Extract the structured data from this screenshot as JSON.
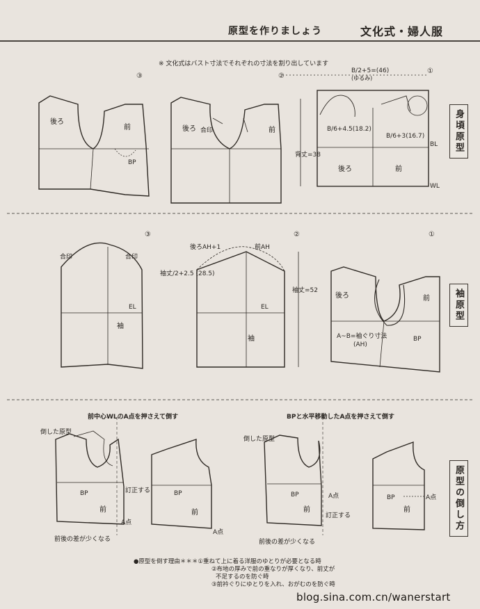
{
  "header": {
    "subtitle": "原型を作りましょう",
    "title": "文化式・婦人服"
  },
  "note": "※ 文化式はバスト寸法でそれぞれの寸法を割り出しています",
  "side_labels": [
    "身頃原型",
    "袖原型",
    "原型の倒し方"
  ],
  "section1": {
    "step_labels": [
      "③",
      "②",
      "①"
    ],
    "formula": "B/2+5=(46)",
    "formula_note": "(ゆるみ)",
    "labels": {
      "back": "後ろ",
      "front": "前",
      "bp": "BP",
      "seam_mark": "合印",
      "bl": "BL",
      "wl": "WL",
      "back_width": "B/6+4.5(18.2)",
      "front_width": "B/6+3(16.7)",
      "body_length": "背丈=38"
    }
  },
  "section2": {
    "step_labels": [
      "③",
      "②",
      "①"
    ],
    "labels": {
      "sleeve": "袖",
      "el": "EL",
      "back_ah": "後ろAH+1",
      "front_ah": "前AH",
      "sleeve_len": "袖丈/2+2.5 (28.5)",
      "sleeve_len_v": "袖丈=52",
      "ab": "A~B=袖ぐり寸法",
      "ah": "(AH)"
    }
  },
  "section3": {
    "left_caption": "前中心WLのA点を押さえて倒す",
    "right_caption": "BPと水平移動したA点を押さえて倒す",
    "labels": {
      "tilted_original": "倒した原型",
      "correct": "訂正する",
      "point_a": "A点",
      "less_diff": "前後の差が少くなる"
    }
  },
  "footnote": [
    "●原型を倒す理由＊＊＊①重ねて上に着る洋服のゆとりが必要となる時",
    "②布地の厚みで前の重なりが厚くなり、前丈が",
    "不足するのを防ぐ時",
    "③前衿ぐりにゆとりを入れ、おがむのを防ぐ時"
  ],
  "watermark": "blog.sina.com.cn/wanerstart"
}
